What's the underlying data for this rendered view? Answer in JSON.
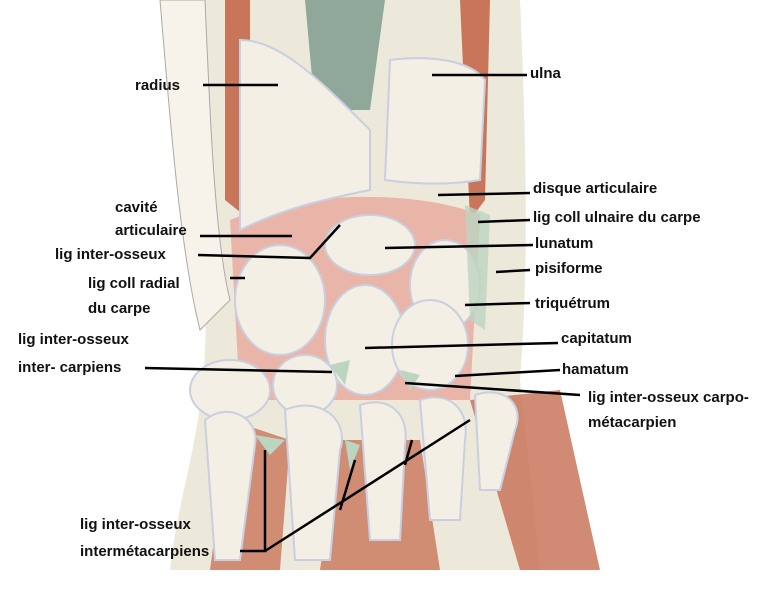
{
  "title": "Ligaments du poignet (coupe frontale)",
  "labels": {
    "radius": "radius",
    "ulna": "ulna",
    "disque_articulaire": "disque articulaire",
    "lig_coll_ulnaire": "lig coll ulnaire du carpe",
    "cavite_1": "cavité",
    "cavite_2": "articulaire",
    "lig_inter_osseux": "lig inter-osseux",
    "lunatum": "lunatum",
    "pisiforme": "pisiforme",
    "lig_coll_radial_1": "lig coll radial",
    "lig_coll_radial_2": "du carpe",
    "triquetrum": "triquétrum",
    "inter_carpiens_1": "lig inter-osseux",
    "inter_carpiens_2": "inter- carpiens",
    "capitatum": "capitatum",
    "hamatum": "hamatum",
    "carpo_meta_1": "lig inter-osseux carpo-",
    "carpo_meta_2": "métacarpien",
    "intermeta_1": "lig inter-osseux",
    "intermeta_2": "intermétacarpiens"
  },
  "colors": {
    "bone": "#f3efe4",
    "cartilage": "#e9b5a8",
    "ligament": "#bcd5c0",
    "muscle": "#c9755a",
    "tissue": "#ece8da"
  }
}
